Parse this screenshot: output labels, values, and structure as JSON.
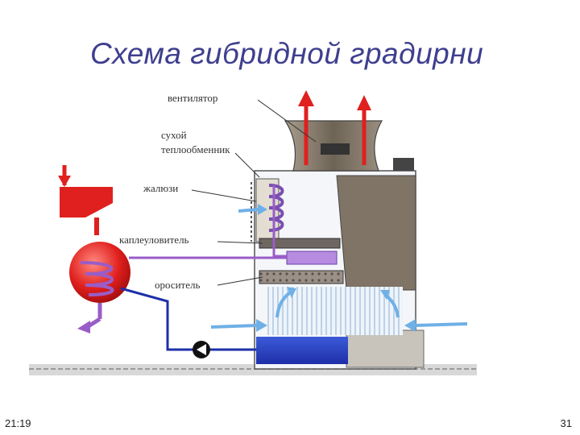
{
  "title": "Схема гибридной градирни",
  "labels": {
    "fan": "вентилятор",
    "dry_hx_line1": "сухой",
    "dry_hx_line2": "теплообменник",
    "louvers": "жалюзи",
    "drift_eliminator": "каплеуловитель",
    "sprinkler": "ороситель"
  },
  "footer": {
    "time": "21:19",
    "page": "31"
  },
  "colors": {
    "title": "#3f3f8f",
    "hot_water": "#e0201e",
    "cool_water": "#1e2fa8",
    "warm_pipe": "#9a5dc8",
    "air_flow": "#8fc4ec",
    "tower_body": "#7f7466",
    "ground": "#bdbdbd"
  }
}
